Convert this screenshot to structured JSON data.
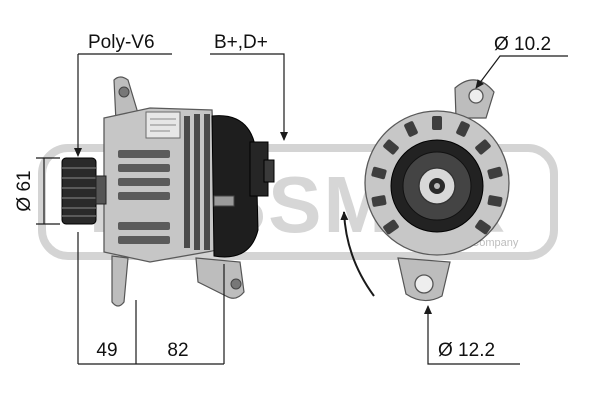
{
  "labels": {
    "pulley": "Poly-V6",
    "terminals": "B+,D+",
    "mount_hole_top": "Ø 10.2",
    "mount_hole_bottom": "Ø 12.2",
    "pulley_diameter": "Ø 61",
    "length_front": "49",
    "length_body": "82"
  },
  "watermark": {
    "text": "MESSMER",
    "subtext": "Group Company"
  },
  "colors": {
    "line": "#1a1a1a",
    "watermark": "#d4d4d4",
    "housing": "#c4c4c4",
    "housing_dark": "#8a8a8a",
    "rear_cover": "#1e1e1e",
    "pulley": "#2a2a2a"
  }
}
